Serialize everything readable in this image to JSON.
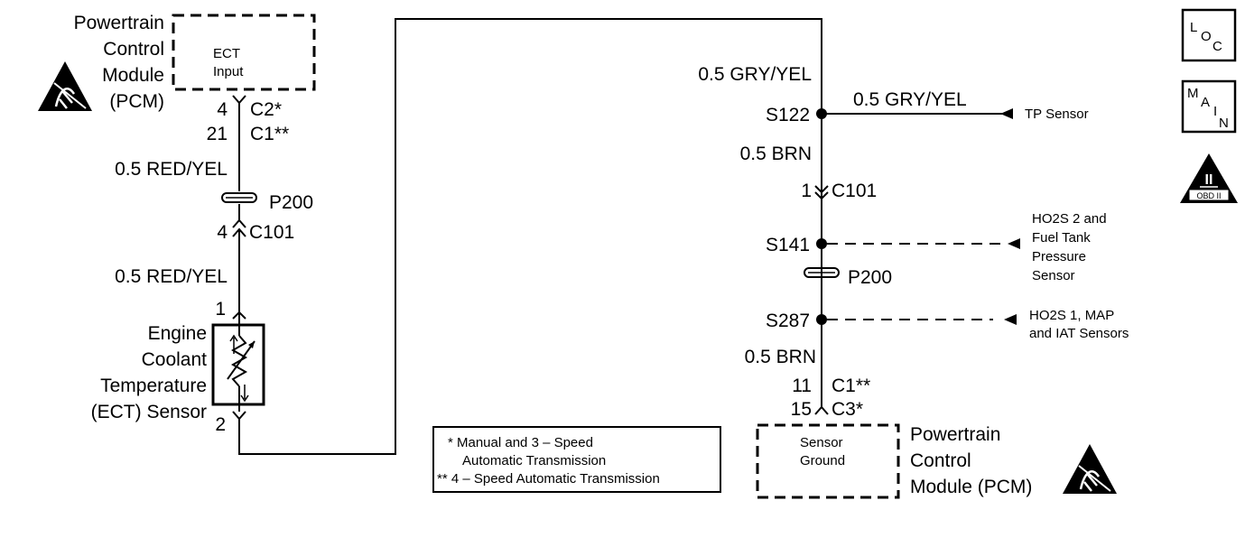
{
  "left_pcm": {
    "name_lines": [
      "Powertrain",
      "Control",
      "Module",
      "(PCM)"
    ],
    "input_lines": [
      "ECT",
      "Input"
    ],
    "pin_top_a": "4",
    "conn_top_a": "C2*",
    "pin_top_b": "21",
    "conn_top_b": "C1**"
  },
  "left_wire": {
    "color_upper": "0.5 RED/YEL",
    "color_lower": "0.5 RED/YEL",
    "splice_label": "P200",
    "c101_pin": "4",
    "c101_label": "C101"
  },
  "ect_sensor": {
    "name_lines": [
      "Engine",
      "Coolant",
      "Temperature",
      "(ECT) Sensor"
    ],
    "pin_top": "1",
    "pin_bottom": "2"
  },
  "right_wire": {
    "color_top": "0.5 GRY/YEL",
    "s122": "S122",
    "branch_color": "0.5 GRY/YEL",
    "tp_sensor": "TP Sensor",
    "color_brn_upper": "0.5 BRN",
    "c101_pin": "1",
    "c101_label": "C101",
    "s141": "S141",
    "ho2s2_lines": [
      "HO2S 2 and",
      "Fuel Tank",
      "Pressure",
      "Sensor"
    ],
    "p200": "P200",
    "s287": "S287",
    "ho2s1_lines": [
      "HO2S 1, MAP",
      "and IAT Sensors"
    ],
    "color_brn_lower": "0.5 BRN",
    "pin_a": "11",
    "conn_a": "C1**",
    "pin_b": "15",
    "conn_b": "C3*"
  },
  "right_pcm": {
    "ground_lines": [
      "Sensor",
      "Ground"
    ],
    "name_lines": [
      "Powertrain",
      "Control",
      "Module (PCM)"
    ]
  },
  "legend": {
    "lines": [
      "* Manual and 3 – Speed",
      "Automatic Transmission",
      "** 4 – Speed Automatic Transmission"
    ]
  },
  "icons": {
    "loc": [
      "L",
      "O",
      "C"
    ],
    "main": [
      "M",
      "A",
      "I",
      "N"
    ],
    "obd_numeral": "II",
    "obd_text": "OBD II"
  }
}
